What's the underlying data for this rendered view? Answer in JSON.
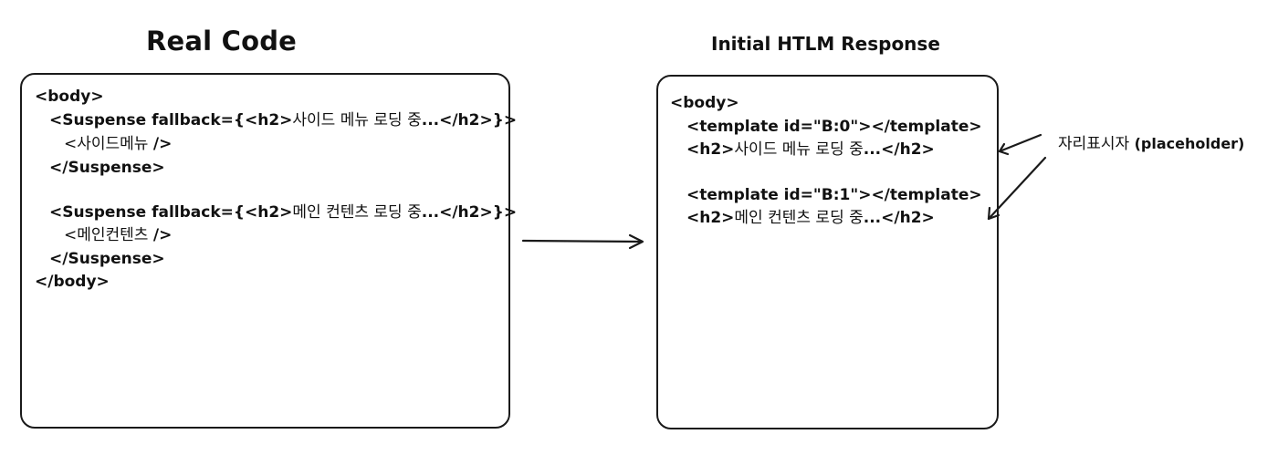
{
  "left": {
    "title": "Real Code",
    "lines": [
      {
        "a": "<body>",
        "b": "",
        "c": ""
      },
      {
        "a": "<Suspense fallback={<h2>",
        "b": "사이드 메뉴 로딩 중",
        "c": "...</h2>}>"
      },
      {
        "a": "",
        "b": "<사이드메뉴 ",
        "c": "/>"
      },
      {
        "a": "</Suspense>",
        "b": "",
        "c": ""
      },
      {
        "a": "<Suspense fallback={<h2>",
        "b": "메인 컨텐츠 로딩 중",
        "c": "...</h2>}>"
      },
      {
        "a": "",
        "b": "<메인컨텐츠 ",
        "c": "/>"
      },
      {
        "a": "</Suspense>",
        "b": "",
        "c": ""
      },
      {
        "a": "</body>",
        "b": "",
        "c": ""
      }
    ]
  },
  "right": {
    "title": "Initial HTLM Response",
    "lines": [
      {
        "a": "<body>",
        "b": "",
        "c": ""
      },
      {
        "a": "<template id=\"B:0\"></template>",
        "b": "",
        "c": ""
      },
      {
        "a": "<h2>",
        "b": "사이드 메뉴 로딩 중",
        "c": "...</h2>"
      },
      {
        "a": "<template id=\"B:1\"></template>",
        "b": "",
        "c": ""
      },
      {
        "a": "<h2>",
        "b": "메인 컨텐츠 로딩 중",
        "c": "...</h2>"
      }
    ]
  },
  "annotation": {
    "korean": "자리표시자 ",
    "english": "(placeholder)"
  }
}
